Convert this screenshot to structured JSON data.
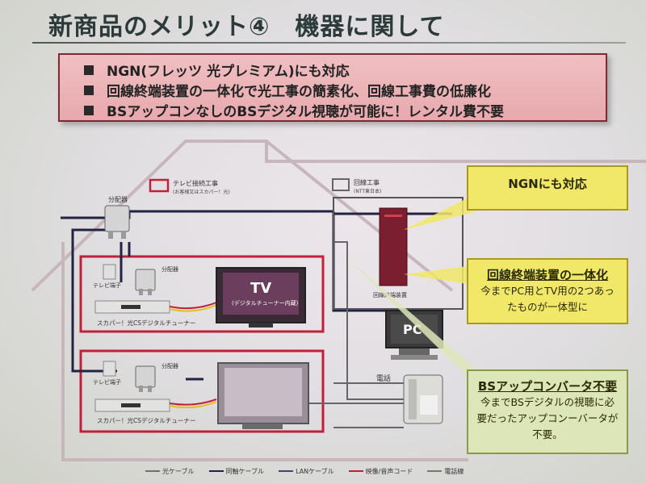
{
  "slide": {
    "title": "新商品のメリット④　機器に関して",
    "bullets": [
      "NGN(フレッツ 光プレミアム)にも対応",
      "回線終端装置の一体化で光工事の簡素化、回線工事費の低廉化",
      "BSアップコンなしのBSデジタル視聴が可能に！レンタル費不要"
    ]
  },
  "diagram": {
    "tv_work_label": "テレビ接続工事",
    "tv_work_sub": "(お客様又はスカパー！光)",
    "line_work_label": "回線工事",
    "line_work_sub": "(NTT東日本)",
    "splitter_main": "分配器",
    "splitter_1": "分配器",
    "splitter_2": "分配器",
    "tv_terminal_1": "テレビ端子",
    "tv_terminal_2": "テレビ端子",
    "tuner_1": "スカパー！光CSデジタルチューナー",
    "tuner_2": "スカパー！光CSデジタルチューナー",
    "tv_label": "TV",
    "tv_sub": "(デジタルチューナー内蔵)",
    "onu_label": "回線終端装置",
    "pc_label": "PC",
    "phone_label": "電話"
  },
  "callouts": {
    "ngn": {
      "head": "NGNにも対応"
    },
    "onu": {
      "head": "回線終端装置の一体化",
      "body": [
        "今までPC用とTV用の2つあっ",
        "たものが一体型に"
      ]
    },
    "bs": {
      "head": "BSアップコンバータ不要",
      "body": [
        "今までBSデジタルの視聴に必",
        "要だったアップコンーバータが",
        "不要。"
      ]
    }
  },
  "legend": [
    {
      "label": "光ケーブル",
      "color": "#6f6f6f"
    },
    {
      "label": "同軸ケーブル",
      "color": "#222244"
    },
    {
      "label": "LANケーブル",
      "color": "#444466"
    },
    {
      "label": "映像/音声コード",
      "color": "#c0203a"
    },
    {
      "label": "電話線",
      "color": "#777777"
    }
  ],
  "colors": {
    "accent_red": "#c0203a",
    "callout_yellow": "#f1e86a",
    "bullet_box": "#e7a9ad"
  }
}
